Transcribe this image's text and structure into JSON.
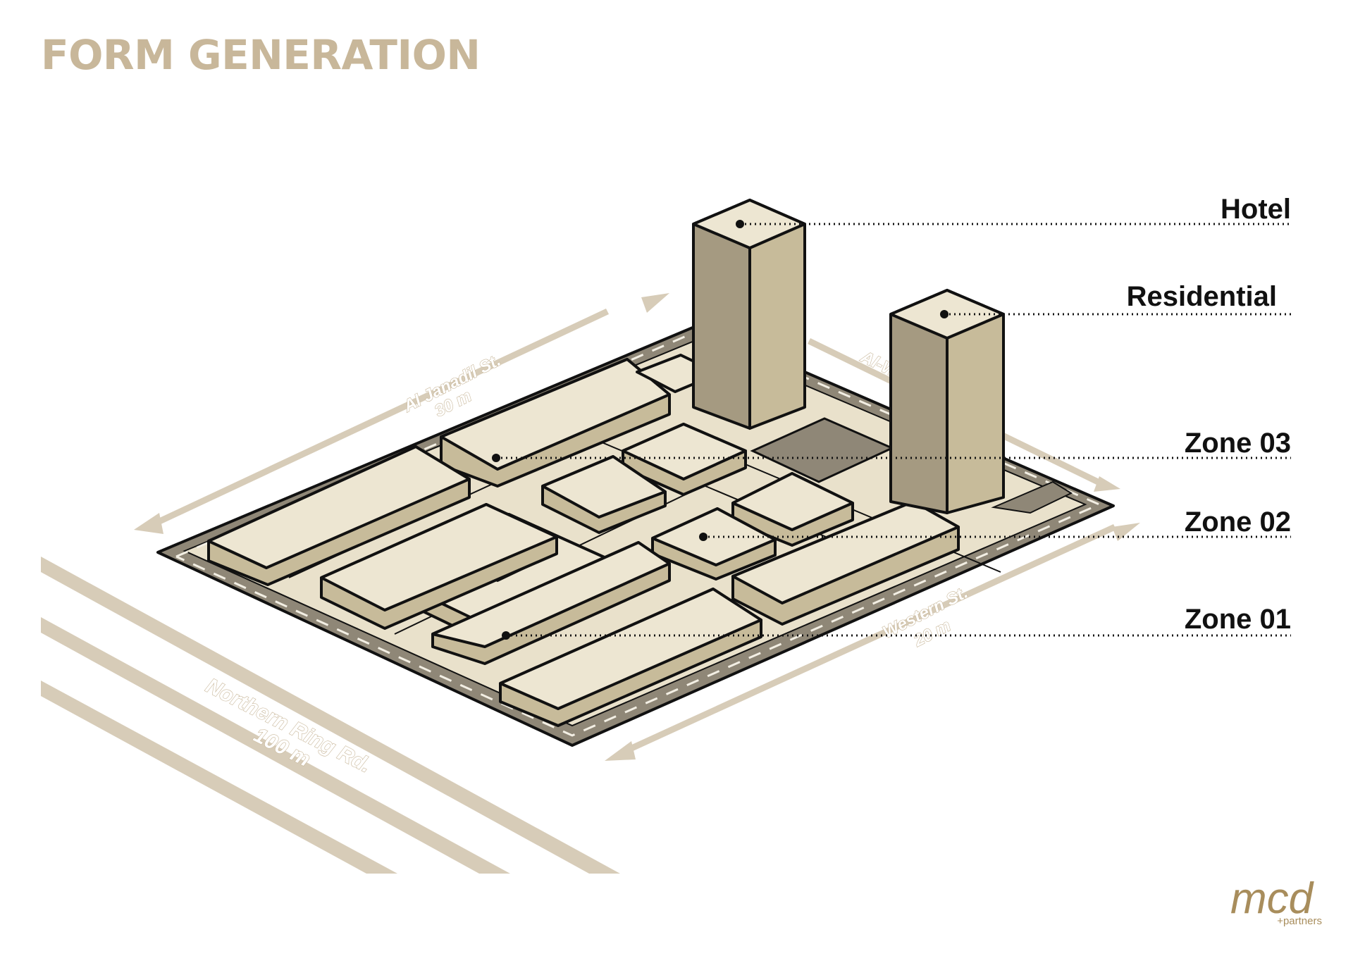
{
  "header": {
    "title": "FORM GENERATION"
  },
  "labels": {
    "hotel": "Hotel",
    "residential": "Residential",
    "zone03": "Zone 03",
    "zone02": "Zone 02",
    "zone01": "Zone 01"
  },
  "roads": {
    "al_janadil_name": "Al Janadil St.",
    "al_janadil_width": "30 m",
    "al_w_name": "Al-W",
    "western_name": "Western St.",
    "western_width": "20 m",
    "northern_name": "Northern Ring Rd.",
    "northern_width": "100 m"
  },
  "logo": {
    "mark": "mcd",
    "sub": "+partners"
  },
  "colors": {
    "title": "#c8b79a",
    "road_band": "#d7ccb8",
    "massing_top": "#ede6d2",
    "massing_side": "#c7bb9a",
    "massing_shadow": "#a59a81",
    "street": "#8f8777",
    "logo": "#a88d5c"
  }
}
